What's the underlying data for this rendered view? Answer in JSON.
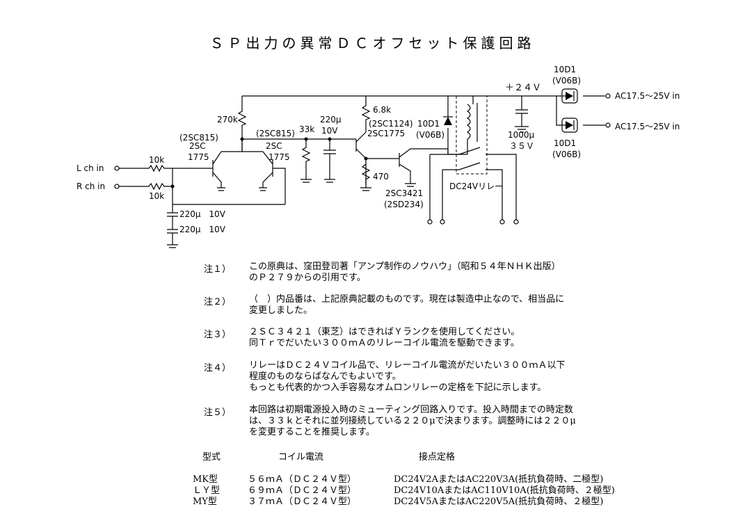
{
  "title": "ＳＰ出力の異常ＤＣオフセット保護回路",
  "circuit": {
    "inputs": [
      "L ch in",
      "R ch in"
    ],
    "supply": "＋２４Ｖ",
    "ac_in": [
      "AC17.5～25V in",
      "AC17.5～25V in"
    ],
    "labels": {
      "r_in_top": "10k",
      "r_in_bot": "10k",
      "r270": "270k",
      "r33": "33k",
      "r68": "6.8k",
      "r470": "470",
      "c_bias": "220μ",
      "c_bias_v": "10V",
      "c_in1": "220μ　10V",
      "c_in2": "220μ　10V",
      "c_out": "1000μ",
      "c_out_v": "３５Ｖ",
      "q1a": "(2SC815)",
      "q1b": "2SC",
      "q1c": "1775",
      "q2a": "2SC",
      "q2b": "1775",
      "q3": "(2SC815)",
      "q4a": "(2SC1124)",
      "q4b": "2SC1775",
      "q5a": "2SC3421",
      "q5b": "(2SD234)",
      "d_relay_a": "10D1",
      "d_relay_b": "(V06B)",
      "d_top_a": "10D1",
      "d_top_b": "(V06B)",
      "d_bot_a": "10D1",
      "d_bot_b": "(V06B)",
      "relay": "DC24Vリレー"
    }
  },
  "notes": [
    {
      "label": "注１）",
      "text": "この原典は、窪田登司著「アンプ制作のノウハウ」（昭和５４年ＮＨＫ出版）\nのＰ２７９からの引用です。"
    },
    {
      "label": "注２）",
      "text": "（　）内品番は、上記原典記載のものです。現在は製造中止なので、相当品に\n変更しました。"
    },
    {
      "label": "注３）",
      "text": "２ＳＣ３４２１（東芝）はできればＹランクを使用してください。\n同Ｔｒでだいたい３００ｍＡのリレーコイル電流を駆動できます。"
    },
    {
      "label": "注４）",
      "text": "リレーはＤＣ２４Ｖコイル品で、リレーコイル電流がだいたい３００ｍＡ以下\n程度のものならばなんでもよいです。\nもっとも代表的かつ入手容易なオムロンリレーの定格を下記に示します。"
    },
    {
      "label": "注５）",
      "text": "本回路は初期電源投入時のミューティング回路入りです。投入時間までの時定数\nは、３３ｋとそれに並列接続している２２０μで決まります。調整時には２２０μ\nを変更することを推奨します。"
    }
  ],
  "table": {
    "headers": [
      "型式",
      "コイル電流",
      "接点定格"
    ],
    "rows": [
      [
        "MK型",
        "５６ｍＡ（ＤＣ２４Ｖ型）",
        "DC24V2AまたはAC220V3A(抵抗負荷時、二極型)"
      ],
      [
        "ＬＹ型",
        "６９ｍＡ（ＤＣ２４Ｖ型）",
        "DC24V10AまたはAC110V10A(抵抗負荷時、２極型)"
      ],
      [
        "MY型",
        "３７ｍＡ（ＤＣ２４Ｖ型）",
        "DC24V5AまたはAC220V5A(抵抗負荷時、２極型)"
      ]
    ]
  }
}
